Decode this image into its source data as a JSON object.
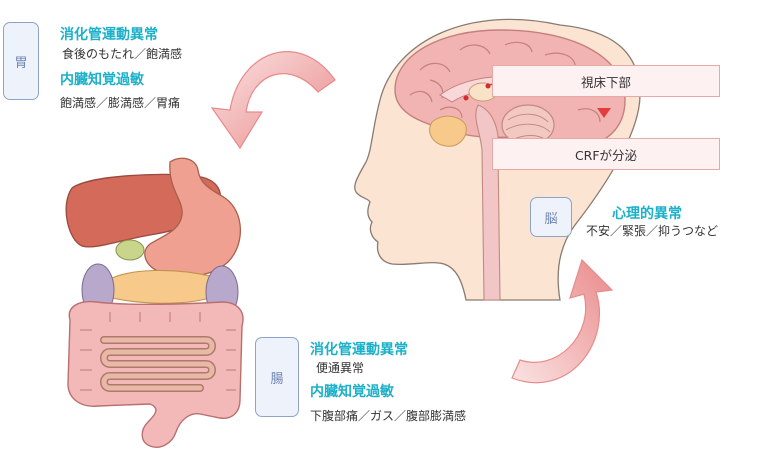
{
  "stomach": {
    "tag": "胃",
    "motility_title": "消化管運動異常",
    "motility_symptoms": "食後のもたれ／飽満感",
    "hypersensitivity_title": "内臓知覚過敏",
    "hypersensitivity_symptoms": "飽満感／膨満感／胃痛"
  },
  "brain": {
    "tag": "脳",
    "psych_title": "心理的異常",
    "psych_symptoms": "不安／緊張／抑うつなど",
    "hypothalamus_label": "視床下部",
    "crf_label": "CRFが分泌"
  },
  "intestine": {
    "tag": "腸",
    "motility_title": "消化管運動異常",
    "motility_symptoms": "便通異常",
    "hypersensitivity_title": "内臓知覚過敏",
    "hypersensitivity_symptoms": "下腹部痛／ガス／腹部膨満感"
  },
  "colors": {
    "title_cyan": "#1cb0c9",
    "arrow_pink": "#e98a8a",
    "box_border": "#e7a8a8",
    "down_arrow_red": "#e33e3e",
    "tag_border": "#8fa3c8"
  }
}
